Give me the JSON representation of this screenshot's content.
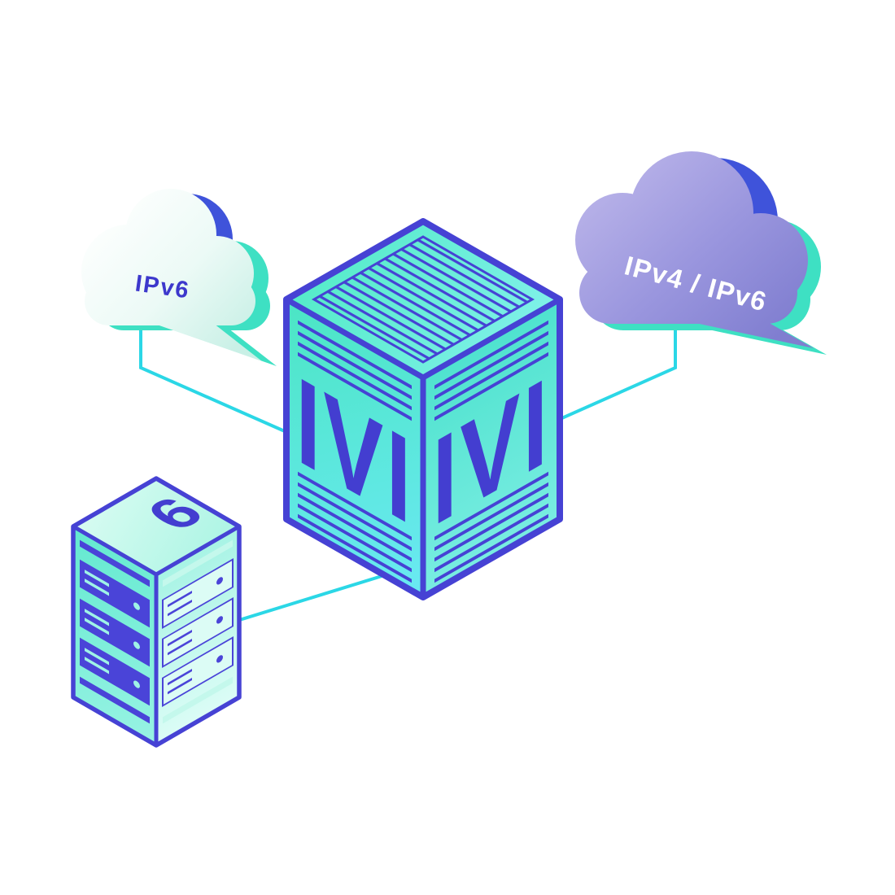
{
  "page": {
    "description": "Isometric network diagram: IVI translator connecting an IPv6 cloud, an IPv4/IPv6 cloud and an IPv6 server"
  },
  "colors": {
    "connector_cyan": "#2BD7E6",
    "outline_indigo": "#4642D4",
    "bay_indigo": "#4A44D8",
    "teal_back": "#3EE0C3",
    "accent_blue": "#3F53DA",
    "cloud_purple": "#9A96DE",
    "label_indigo": "#3D38CC",
    "label_white": "#FFFFFF",
    "mint_light": "#D8FCF4"
  },
  "nodes": {
    "ipv6_cloud": {
      "label": "IPv6",
      "type": "cloud"
    },
    "ipv4_ipv6_cloud": {
      "label": "IPv4 / IPv6",
      "type": "cloud"
    },
    "ivi_box": {
      "label_left": "IVI",
      "label_right": "IVI",
      "type": "translator"
    },
    "ipv6_server": {
      "label": "6",
      "type": "server-rack"
    }
  },
  "connections": [
    {
      "from": "ipv6_cloud",
      "to": "ivi_box"
    },
    {
      "from": "ipv4_ipv6_cloud",
      "to": "ivi_box"
    },
    {
      "from": "ipv6_server",
      "to": "ivi_box"
    }
  ]
}
